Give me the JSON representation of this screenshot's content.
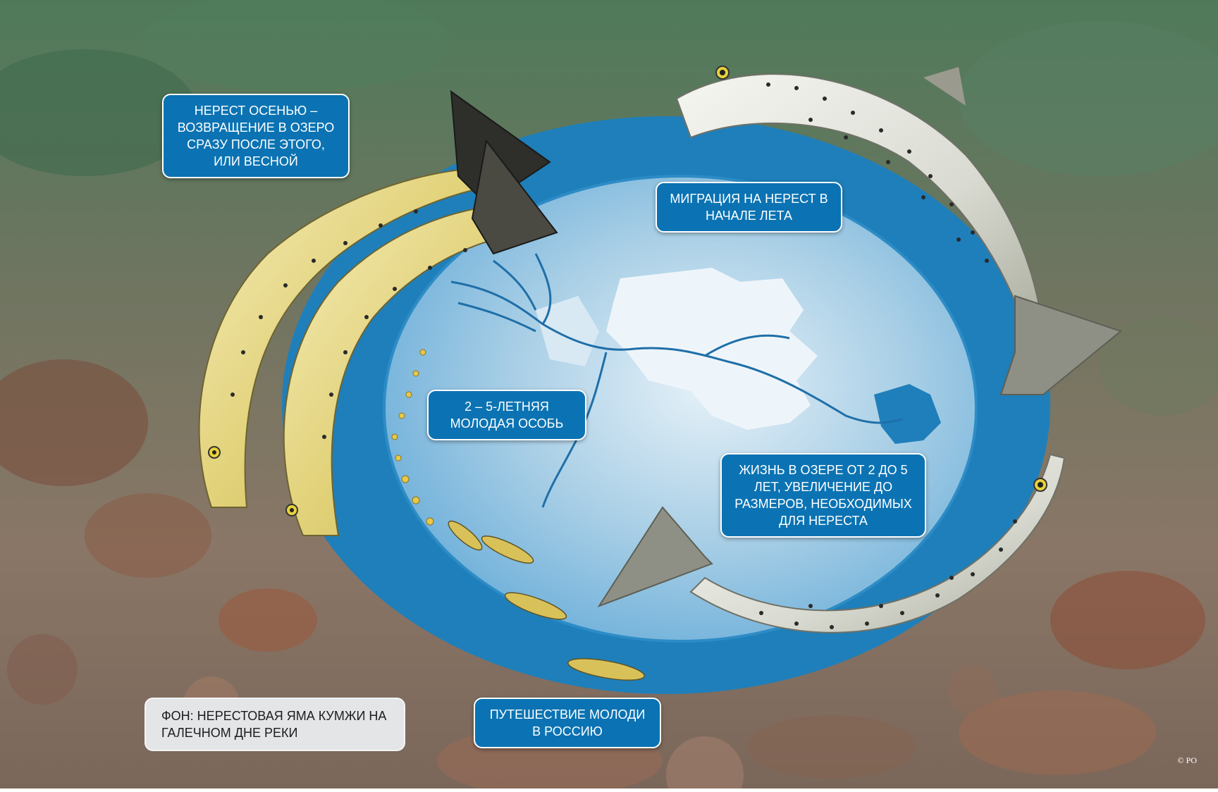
{
  "labels": {
    "spawn_autumn": "НЕРЕСТ ОСЕНЬЮ – ВОЗВРАЩЕНИЕ В ОЗЕРО СРАЗУ ПОСЛЕ ЭТОГО, ИЛИ ВЕСНОЙ",
    "migration": "МИГРАЦИЯ НА НЕРЕСТ В НАЧАЛЕ ЛЕТА",
    "juvenile": "2 – 5-ЛЕТНЯЯ МОЛОДАЯ ОСОБЬ",
    "lake_life": "ЖИЗНЬ В ОЗЕРЕ ОТ 2 ДО 5 ЛЕТ, УВЕЛИЧЕНИЕ ДО РАЗМЕРОВ, НЕОБХОДИМЫХ ДЛЯ НЕРЕСТА",
    "journey": "ПУТЕШЕСТВИЕ МОЛОДИ В РОССИЮ",
    "background": "ФОН: НЕРЕСТОВАЯ ЯМА КУМЖИ НА ГАЛЕЧНОМ ДНЕ РЕКИ"
  },
  "credit": "© PO",
  "colors": {
    "label_blue": "#0b73b3",
    "ring_blue": "#1f7fba",
    "map_light": "#cfe4f1",
    "map_water": "#5da9d6",
    "river_bed": "#6d6a58"
  }
}
